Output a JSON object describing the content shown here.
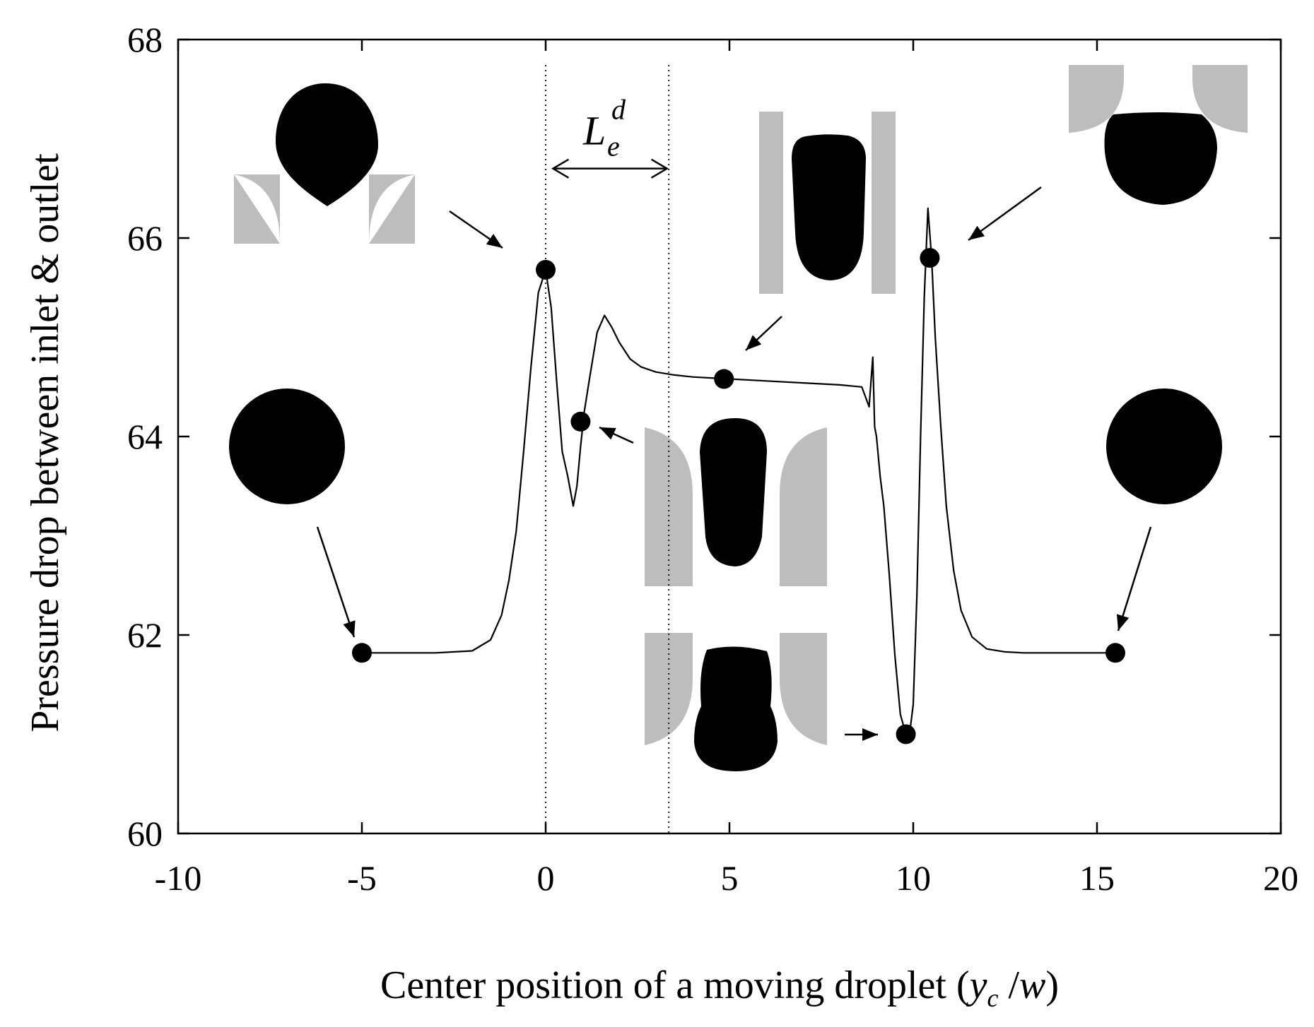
{
  "chart_data": {
    "type": "line",
    "title": "",
    "xlabel": "Center position of a moving droplet (y_c /w)",
    "xlabel_parts": {
      "prefix": "Center position of a moving droplet (",
      "var": "y",
      "sub": "c",
      "mid": " /",
      "var2": "w",
      "suffix": ")"
    },
    "ylabel": "Pressure drop between inlet & outlet",
    "xlim": [
      -10,
      20
    ],
    "ylim": [
      60,
      68
    ],
    "xticks": [
      -10,
      -5,
      0,
      5,
      10,
      15,
      20
    ],
    "yticks": [
      60,
      62,
      64,
      66,
      68
    ],
    "xtick_labels": [
      "-10",
      "-5",
      "0",
      "5",
      "10",
      "15",
      "20"
    ],
    "ytick_labels": [
      "60",
      "62",
      "64",
      "66",
      "68"
    ],
    "grid": false,
    "legend": "none",
    "series": [
      {
        "x": [
          -5,
          -4,
          -3,
          -2,
          -1.5,
          -1.2,
          -1.0,
          -0.8,
          -0.6,
          -0.4,
          -0.2,
          0,
          0.15,
          0.3,
          0.45,
          0.6,
          0.75,
          0.85,
          0.95,
          1.05,
          1.2,
          1.4,
          1.6,
          1.8,
          2.0,
          2.3,
          2.6,
          3.0,
          3.5,
          4.0,
          4.5,
          5.0,
          6.0,
          7.0,
          8.0,
          8.6,
          8.8,
          8.9,
          8.95,
          9.0,
          9.1,
          9.2,
          9.35,
          9.5,
          9.65,
          9.8,
          9.9,
          10.0,
          10.1,
          10.2,
          10.3,
          10.4,
          10.5,
          10.6,
          10.75,
          10.9,
          11.1,
          11.3,
          11.6,
          12.0,
          12.5,
          13.0,
          14.0,
          15.0,
          15.5
        ],
        "y": [
          61.82,
          61.82,
          61.82,
          61.84,
          61.95,
          62.2,
          62.55,
          63.05,
          63.85,
          64.7,
          65.45,
          65.68,
          65.3,
          64.55,
          63.85,
          63.6,
          63.3,
          63.5,
          63.9,
          64.25,
          64.6,
          65.05,
          65.22,
          65.1,
          64.95,
          64.78,
          64.7,
          64.65,
          64.62,
          64.6,
          64.59,
          64.58,
          64.56,
          64.54,
          64.52,
          64.5,
          64.3,
          64.8,
          64.1,
          64.0,
          63.6,
          63.3,
          62.6,
          61.8,
          61.2,
          61.0,
          61.0,
          61.3,
          62.4,
          64.0,
          65.4,
          66.3,
          65.8,
          65.0,
          64.1,
          63.3,
          62.65,
          62.25,
          61.98,
          61.86,
          61.83,
          61.82,
          61.82,
          61.82,
          61.82
        ]
      }
    ],
    "markers": [
      {
        "x": -5,
        "y": 61.82
      },
      {
        "x": 0,
        "y": 65.68
      },
      {
        "x": 0.95,
        "y": 64.15
      },
      {
        "x": 4.85,
        "y": 64.58
      },
      {
        "x": 9.8,
        "y": 61.0
      },
      {
        "x": 10.45,
        "y": 65.8
      },
      {
        "x": 15.5,
        "y": 61.82
      }
    ],
    "dotted_vlines": [
      0,
      3.35
    ],
    "annotations": [
      {
        "type": "dimension",
        "label_main": "L",
        "label_sup": "d",
        "label_sub": "e",
        "x_from": 0.2,
        "x_to": 3.3,
        "y": 66.7
      }
    ]
  }
}
